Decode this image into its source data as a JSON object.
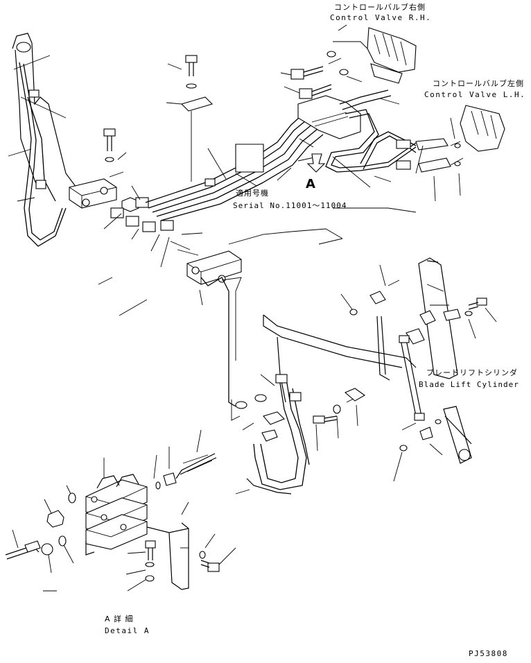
{
  "labels": {
    "control_valve_rh_jp": "コントロールバルブ右側",
    "control_valve_rh_en": "Control Valve R.H.",
    "control_valve_lh_jp": "コントロールバルブ左側",
    "control_valve_lh_en": "Control Valve L.H.",
    "view_marker": "A",
    "applicable_serial_jp": "適用号機",
    "serial_range_en": "Serial No.11001～11004",
    "blade_lift_cylinder_jp": "ブレードリフトシリンダ",
    "blade_lift_cylinder_en": "Blade Lift Cylinder",
    "detail_a_jp": "A 詳 細",
    "detail_a_en": "Detail A",
    "drawing_number": "PJ53808"
  }
}
